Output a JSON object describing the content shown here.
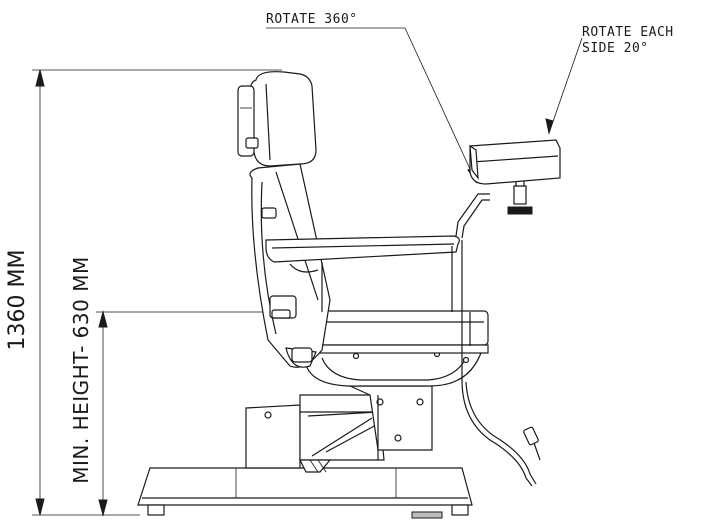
{
  "labels": {
    "rotate_360": "ROTATE 360°",
    "rotate_each_side_line1": "ROTATE EACH",
    "rotate_each_side_line2": "SIDE 20°",
    "overall_height": "1360 MM",
    "min_height": "MIN. HEIGHT- 630 MM"
  }
}
